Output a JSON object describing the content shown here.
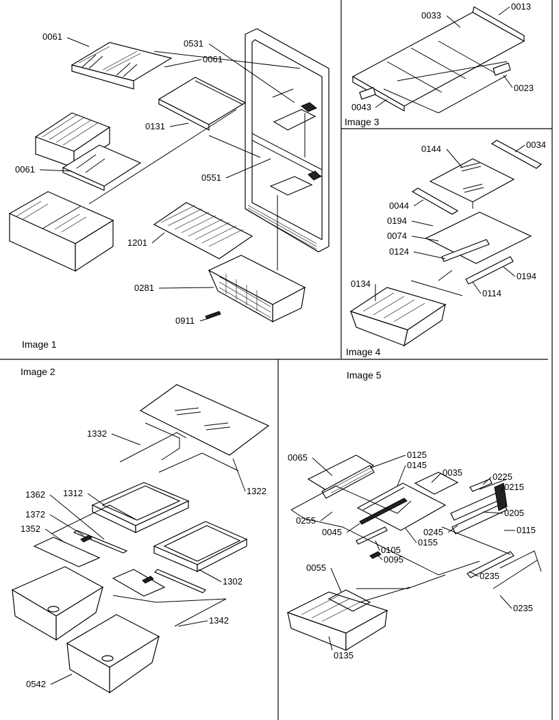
{
  "panels": {
    "image1": {
      "caption": "Image 1",
      "labels": [
        "0061",
        "0061",
        "0061",
        "0531",
        "0131",
        "0551",
        "1201",
        "0281",
        "0911"
      ]
    },
    "image2": {
      "caption": "Image 2",
      "labels": [
        "1332",
        "1322",
        "1362",
        "1312",
        "1372",
        "1352",
        "1302",
        "1342",
        "0542"
      ]
    },
    "image3": {
      "caption": "Image 3",
      "labels": [
        "0033",
        "0013",
        "0023",
        "0043"
      ]
    },
    "image4": {
      "caption": "Image 4",
      "labels": [
        "0144",
        "0034",
        "0044",
        "0194",
        "0074",
        "0124",
        "0194",
        "0134",
        "0114"
      ]
    },
    "image5": {
      "caption": "Image 5",
      "labels": [
        "0065",
        "0125",
        "0145",
        "0035",
        "0225",
        "0215",
        "0205",
        "0255",
        "0045",
        "0245",
        "0155",
        "0115",
        "0105",
        "0095",
        "0055",
        "0235",
        "0235",
        "0135"
      ]
    }
  }
}
